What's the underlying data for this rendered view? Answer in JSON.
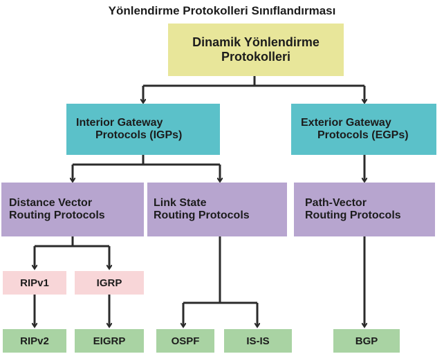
{
  "title": "Yönlendirme Protokolleri Sınıflandırması",
  "root": {
    "line1": "Dinamik Yönlendirme",
    "line2": "Protokolleri"
  },
  "igp": {
    "line1": "Interior Gateway",
    "line2": "Protocols (IGPs)"
  },
  "egp": {
    "line1": "Exterior Gateway",
    "line2": "Protocols (EGPs)"
  },
  "distance_vector": {
    "line1": "Distance Vector",
    "line2": "Routing Protocols"
  },
  "link_state": {
    "line1": "Link State",
    "line2": "Routing Protocols"
  },
  "path_vector": {
    "line1": "Path-Vector",
    "line2": "Routing Protocols"
  },
  "leaves": {
    "ripv1": "RIPv1",
    "igrp": "IGRP",
    "ripv2": "RIPv2",
    "eigrp": "EIGRP",
    "ospf": "OSPF",
    "isis": "IS-IS",
    "bgp": "BGP"
  },
  "colors": {
    "root": "#e8e69a",
    "gateway": "#5bc1c9",
    "routing": "#b7a5cf",
    "legacy": "#f8d6d8",
    "protocol": "#a9d3a3",
    "connector": "#2b2b2b"
  }
}
